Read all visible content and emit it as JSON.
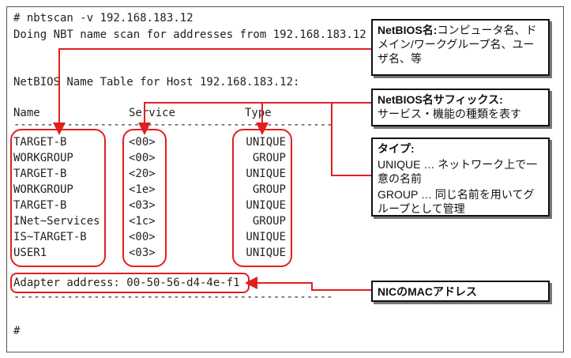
{
  "terminal": {
    "command": "# nbtscan -v 192.168.183.12",
    "scan_line": "Doing NBT name scan for addresses from 192.168.183.12",
    "table_title": "NetBIOS Name Table for Host 192.168.183.12:",
    "headers": {
      "name": "Name",
      "service": "Service",
      "type": "Type"
    },
    "separator": "------------------------------------------------",
    "rows": [
      {
        "name": "TARGET-B",
        "service": "<00>",
        "type": "UNIQUE"
      },
      {
        "name": "WORKGROUP",
        "service": "<00>",
        "type": "GROUP"
      },
      {
        "name": "TARGET-B",
        "service": "<20>",
        "type": "UNIQUE"
      },
      {
        "name": "WORKGROUP",
        "service": "<1e>",
        "type": "GROUP"
      },
      {
        "name": "TARGET-B",
        "service": "<03>",
        "type": "UNIQUE"
      },
      {
        "name": "INet~Services",
        "service": "<1c>",
        "type": "GROUP"
      },
      {
        "name": "IS~TARGET-B",
        "service": "<00>",
        "type": "UNIQUE"
      },
      {
        "name": "USER1",
        "service": "<03>",
        "type": "UNIQUE"
      }
    ],
    "adapter": "Adapter address: 00-50-56-d4-4e-f1",
    "separator2": "------------------------------------------------",
    "prompt": "#"
  },
  "callouts": {
    "netbios_name": {
      "title": "NetBIOS名:",
      "text": "コンピュータ名、ドメイン/ワークグループ名、ユーザ名、等"
    },
    "suffix": {
      "title": "NetBIOS名サフィックス:",
      "text": "サービス・機能の種類を表す"
    },
    "type": {
      "title": "タイプ:",
      "unique": "UNIQUE … ネットワーク上で一意の名前",
      "group": "GROUP … 同じ名前を用いてグループとして管理"
    },
    "mac": {
      "title": "NICのMACアドレス"
    }
  },
  "colors": {
    "highlight": "#e02020",
    "text": "#222222",
    "box_border": "#111111"
  }
}
